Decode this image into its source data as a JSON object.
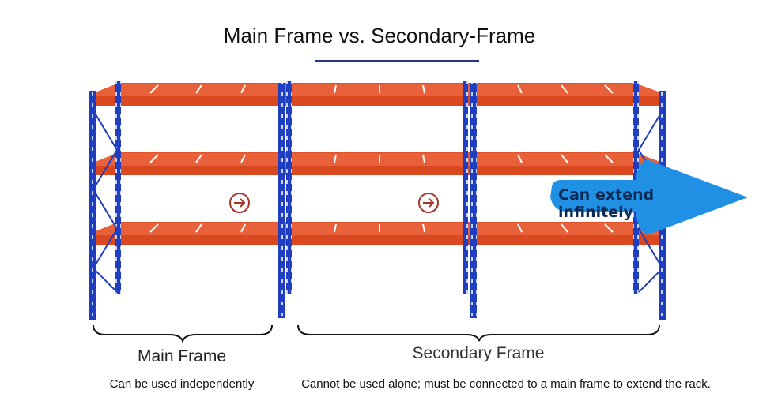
{
  "title": "Main Frame vs. Secondary-Frame",
  "callout": "Can extend infinitely",
  "labels": {
    "main_frame": "Main Frame",
    "secondary_frame": "Secondary Frame"
  },
  "descriptions": {
    "main_frame": "Can be used independently",
    "secondary_frame": "Cannot be used alone;  must be connected to a main frame to extend the rack."
  },
  "colors": {
    "upright": "#1f3fc0",
    "beam": "#e0532a",
    "callout": "#1f90e4",
    "arrow": "#a8352a",
    "title_underline": "#2c3290"
  },
  "icons": [
    "arrow-right-circle-icon",
    "arrow-right-circle-icon",
    "callout-arrow-icon"
  ]
}
